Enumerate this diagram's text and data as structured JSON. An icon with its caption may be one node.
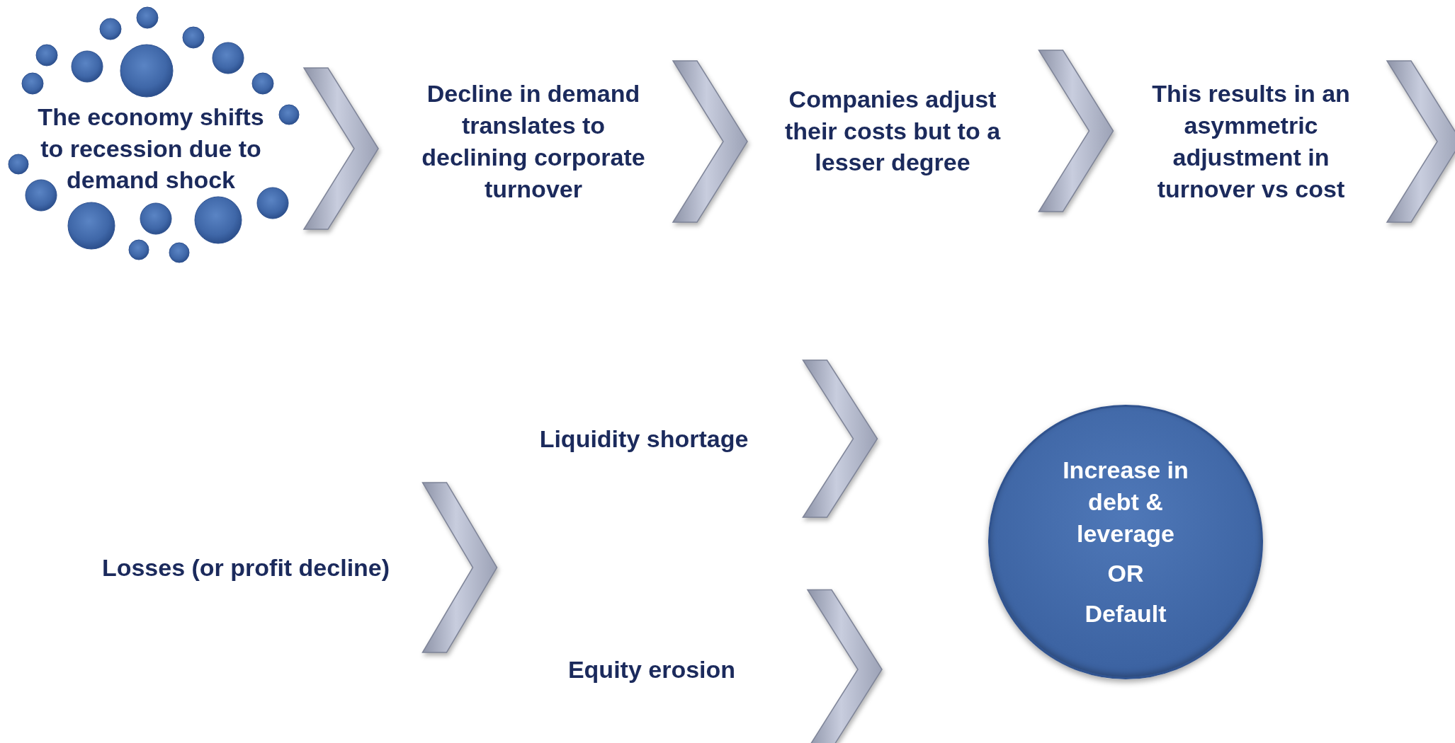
{
  "diagram": {
    "nodes": [
      {
        "text": [
          "The economy shifts to recession due to demand shock"
        ]
      },
      {
        "text": [
          "Decline in demand translates to declining corporate turnover"
        ]
      },
      {
        "text": [
          "Companies adjust their costs but to a lesser degree"
        ]
      },
      {
        "text": [
          "This results in an asymmetric adjustment in turnover vs cost"
        ]
      },
      {
        "text": [
          "Losses (or profit decline)"
        ]
      },
      {
        "text": [
          "Liquidity shortage"
        ]
      },
      {
        "text": [
          "Equity erosion"
        ]
      },
      {
        "text": [
          "Increase in debt & leverage",
          "OR",
          "Default"
        ]
      }
    ],
    "edges": [
      {
        "from": 0,
        "to": 1,
        "arrow": "to"
      },
      {
        "from": 1,
        "to": 2,
        "arrow": "to"
      },
      {
        "from": 2,
        "to": 3,
        "arrow": "to"
      },
      {
        "from": 3,
        "to": null,
        "arrow": "to"
      },
      {
        "from": 4,
        "to": 5,
        "arrow": "to"
      },
      {
        "from": 4,
        "to": 6,
        "arrow": "to"
      },
      {
        "from": 5,
        "to": 7,
        "arrow": "to"
      },
      {
        "from": 6,
        "to": 7,
        "arrow": "to"
      }
    ]
  }
}
